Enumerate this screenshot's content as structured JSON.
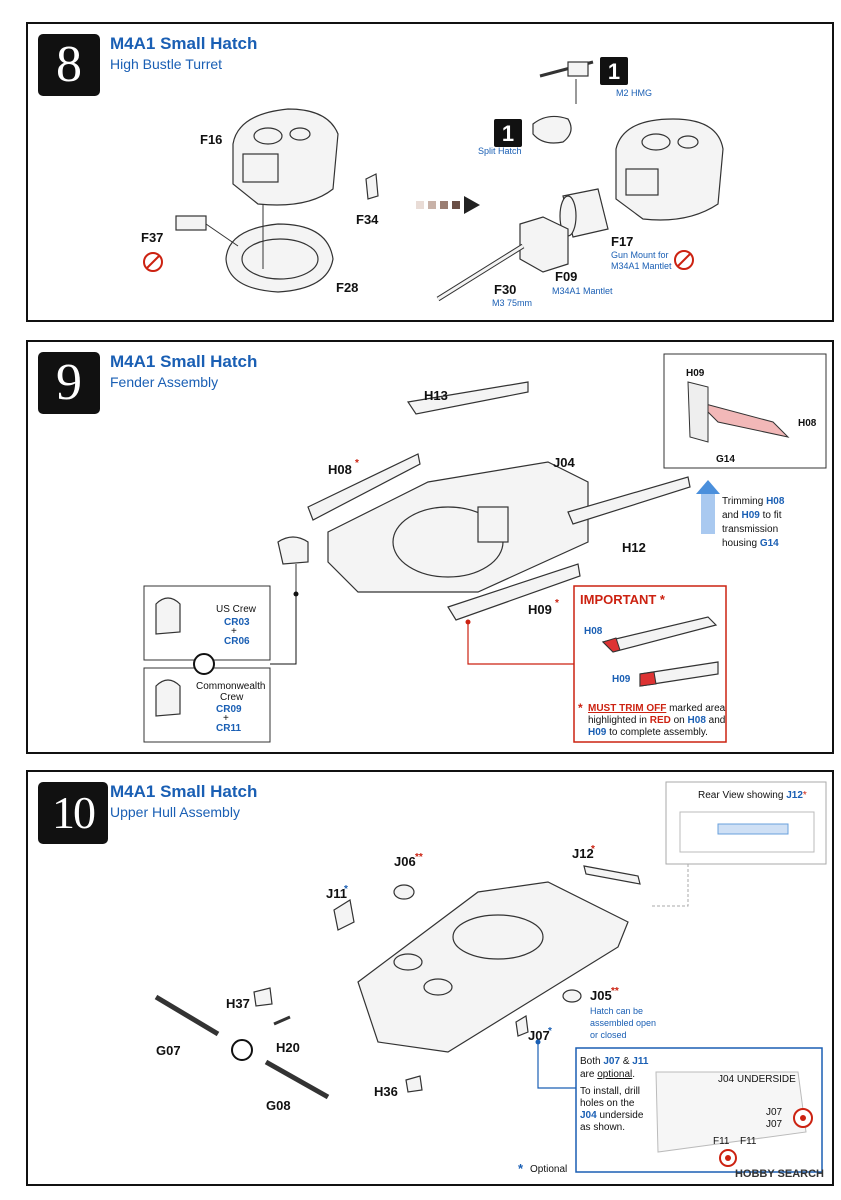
{
  "steps": [
    {
      "number": "8",
      "title": "M4A1 Small Hatch",
      "subtitle": "High Bustle Turret"
    },
    {
      "number": "9",
      "title": "M4A1 Small Hatch",
      "subtitle": "Fender Assembly"
    },
    {
      "number": "10",
      "title": "M4A1 Small Hatch",
      "subtitle": "Upper Hull Assembly"
    }
  ],
  "step8": {
    "parts": {
      "f16": "F16",
      "f34": "F34",
      "f37": "F37",
      "f28": "F28",
      "f17": "F17",
      "f09": "F09",
      "f30": "F30"
    },
    "notes": {
      "m2": "M2 HMG",
      "split": "Split Hatch",
      "f17_1": "Gun Mount for",
      "f17_2": "M34A1 Mantlet",
      "f09": "M34A1 Mantlet",
      "f30": "M3 75mm"
    },
    "badges": {
      "a": "1",
      "b": "1"
    }
  },
  "step9": {
    "parts": {
      "h13": "H13",
      "h08": "H08",
      "j04": "J04",
      "h12": "H12",
      "h09": "H09"
    },
    "star": "*",
    "inset": {
      "h09": "H09",
      "h08": "H08",
      "g14": "G14"
    },
    "trim": {
      "l1a": "Trimming ",
      "l1b": "H08",
      "l2a": "and ",
      "l2b": "H09",
      "l2c": " to fit",
      "l3": "transmission",
      "l4a": "housing ",
      "l4b": "G14"
    },
    "crew": {
      "us": "US Crew",
      "us_a": "CR03",
      "plus": "+",
      "us_b": "CR06",
      "cw1": "Commonwealth",
      "cw2": "Crew",
      "cw_a": "CR09",
      "cw_b": "CR11"
    },
    "important": {
      "title": "IMPORTANT *",
      "h08": "H08",
      "h09": "H09",
      "ast": "*",
      "l1": "MUST TRIM OFF",
      "l1b": " marked area",
      "l2a": "highlighted in ",
      "l2b": "RED",
      "l2c": " on ",
      "l2d": "H08",
      "l2e": " and",
      "l3a": "H09",
      "l3b": " to complete assembly."
    }
  },
  "step10": {
    "parts": {
      "j06": "J06",
      "j12": "J12",
      "j11": "J11",
      "h37": "H37",
      "j05": "J05",
      "h20": "H20",
      "g07": "G07",
      "j07": "J07",
      "g08": "G08",
      "h36": "H36"
    },
    "stars": {
      "double": "**",
      "single": "*"
    },
    "rear": {
      "a": "Rear View showing ",
      "b": "J12",
      "c": "*"
    },
    "hatch": {
      "l1": "Hatch can be",
      "l2": "assembled open",
      "l3": "or closed"
    },
    "optional_box": {
      "l1a": "Both ",
      "l1b": "J07",
      "l1c": " & ",
      "l1d": "J11",
      "l2a": "are ",
      "l2b": "optional",
      "l2c": ".",
      "l3": "To install, drill",
      "l4": "holes on the",
      "l5a": "J04",
      "l5b": " underside",
      "l6": "as shown.",
      "underside": "J04 UNDERSIDE",
      "f11": "F11",
      "j07": "J07"
    },
    "legend": {
      "mark": "*",
      "text": "Optional"
    }
  },
  "watermark": "HOBBY SEARCH"
}
